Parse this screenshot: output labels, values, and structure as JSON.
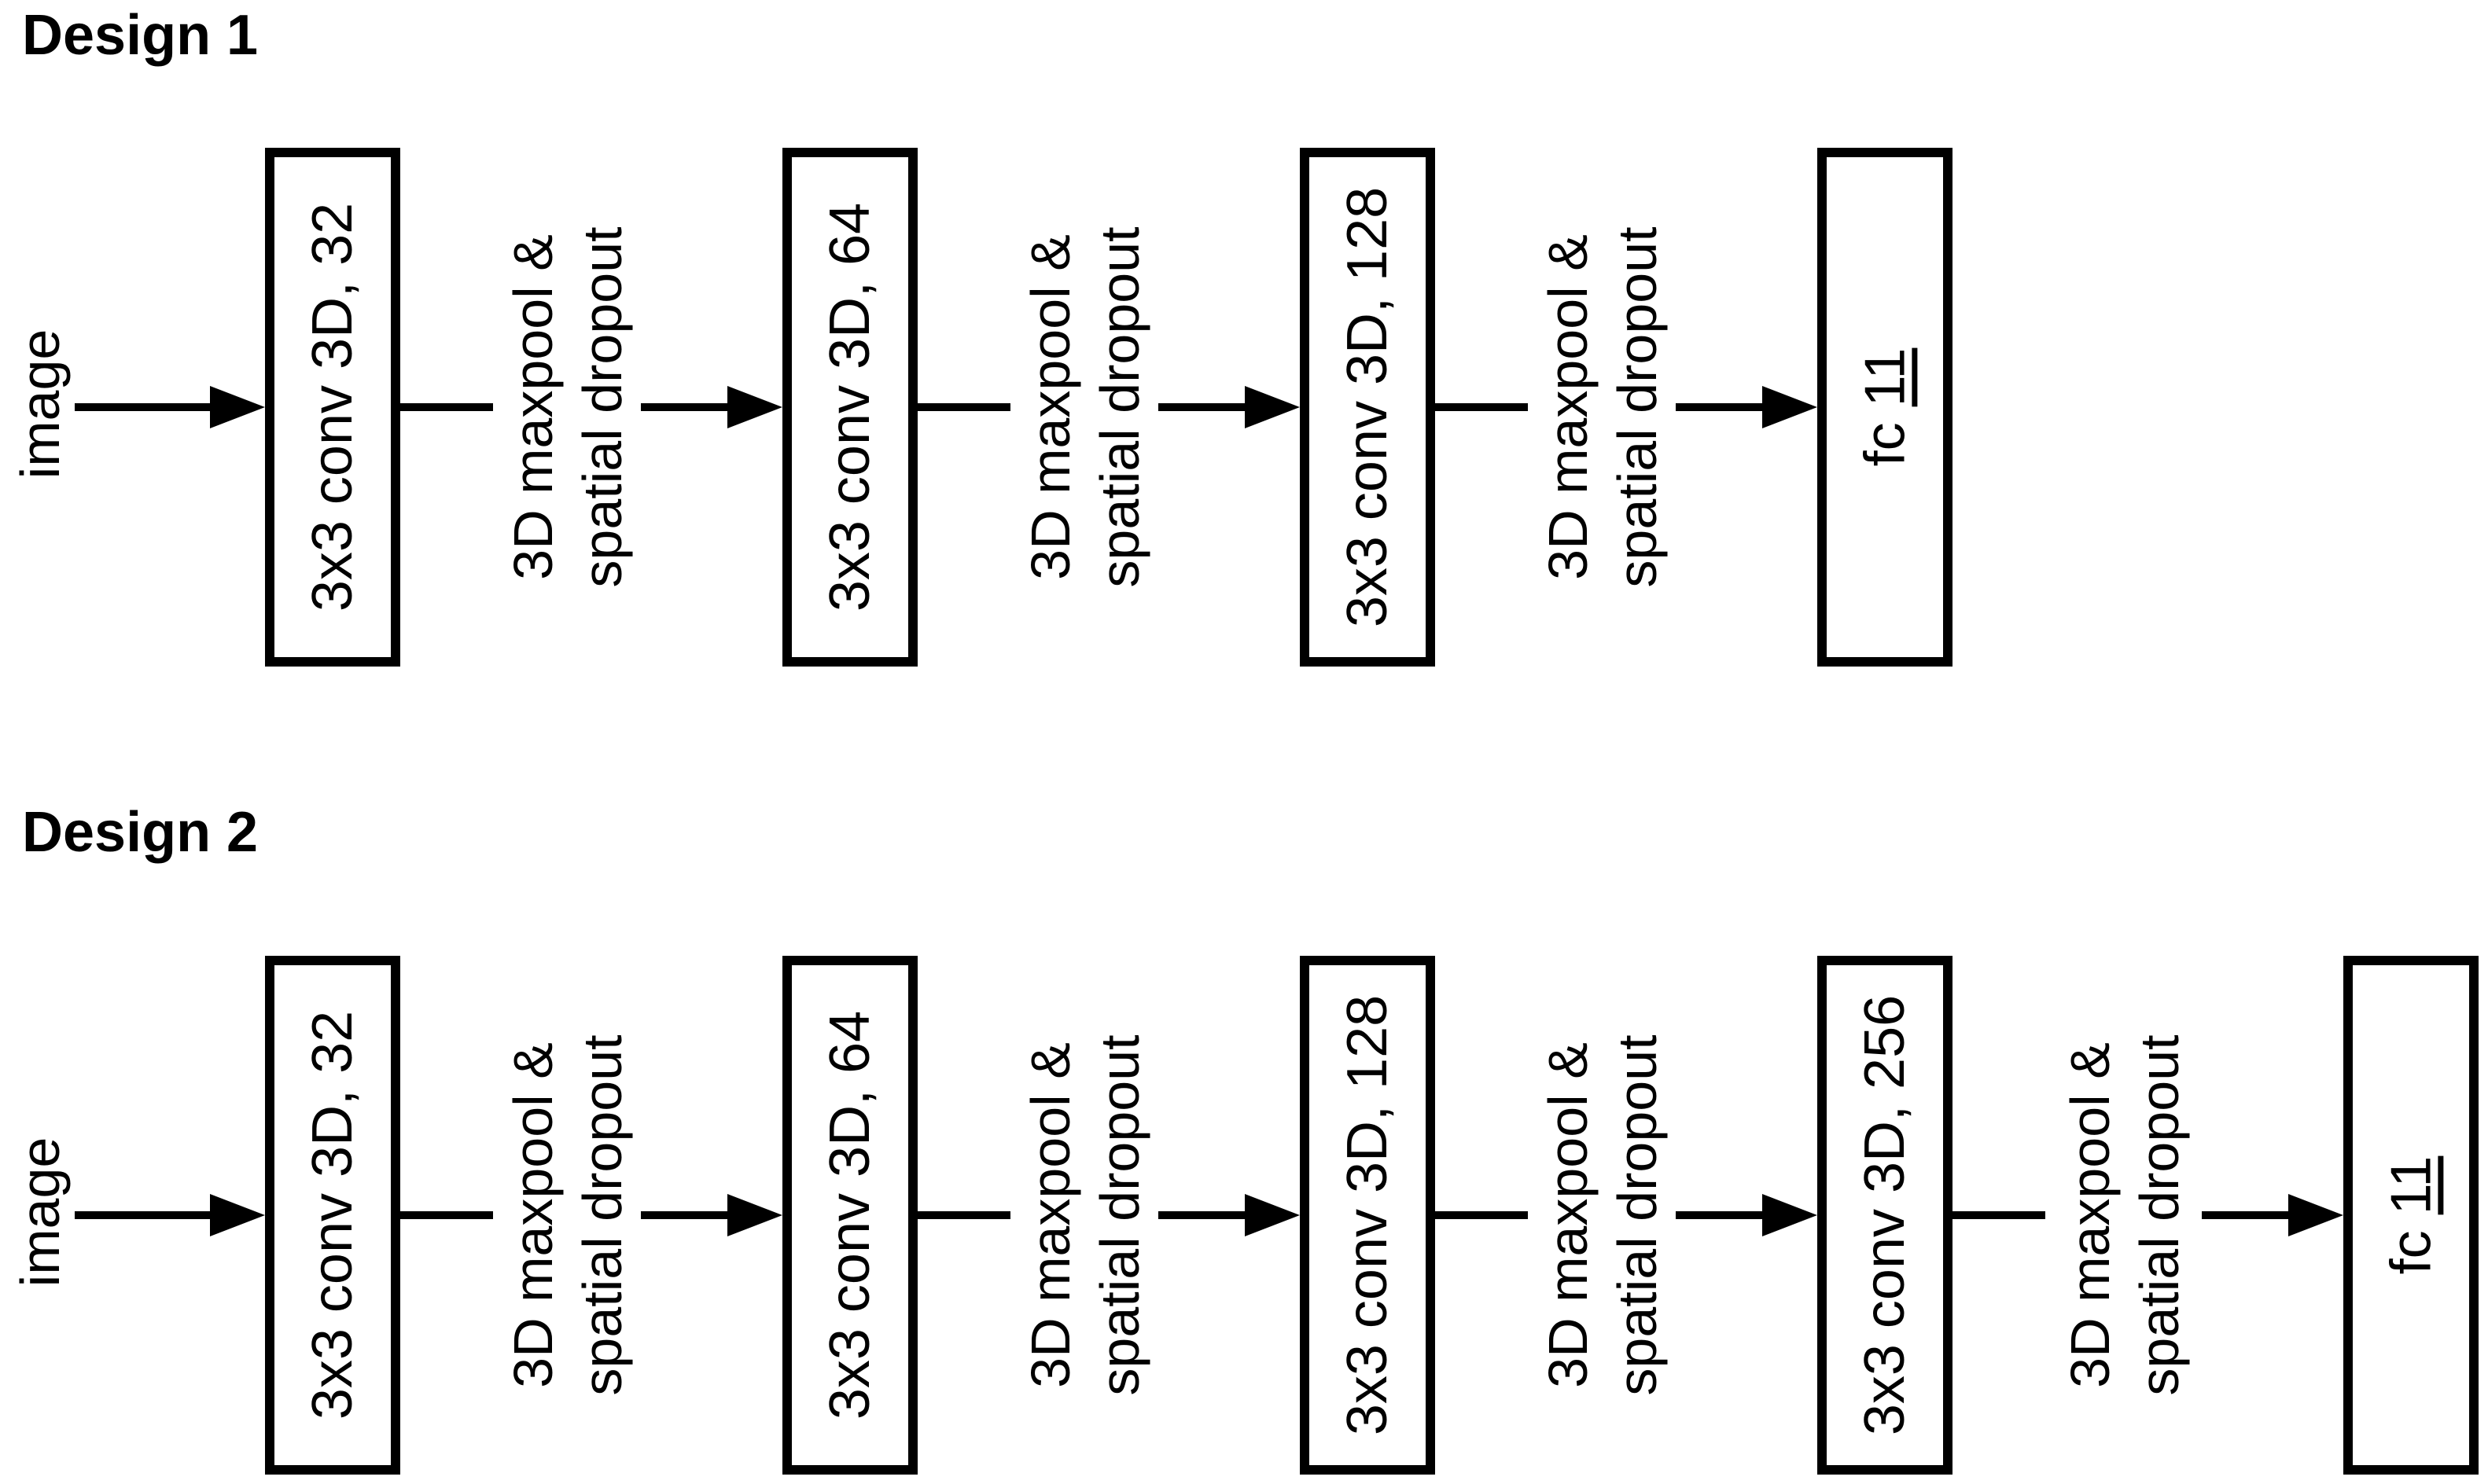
{
  "colors": {
    "ink": "#000000",
    "background": "#ffffff"
  },
  "design1": {
    "title": "Design 1",
    "input_label": "image",
    "conv_boxes": [
      "3x3 conv 3D, 32",
      "3x3 conv 3D, 64",
      "3x3 conv 3D, 128"
    ],
    "pool_line1": "3D maxpool &",
    "pool_line2": "spatial dropout",
    "fc_label": "fc",
    "fc_units": "11"
  },
  "design2": {
    "title": "Design 2",
    "input_label": "image",
    "conv_boxes": [
      "3x3 conv 3D, 32",
      "3x3 conv 3D, 64",
      "3x3 conv 3D, 128",
      "3x3 conv 3D, 256"
    ],
    "pool_line1": "3D maxpool &",
    "pool_line2": "spatial dropout",
    "fc_label": "fc",
    "fc_units": "11"
  }
}
